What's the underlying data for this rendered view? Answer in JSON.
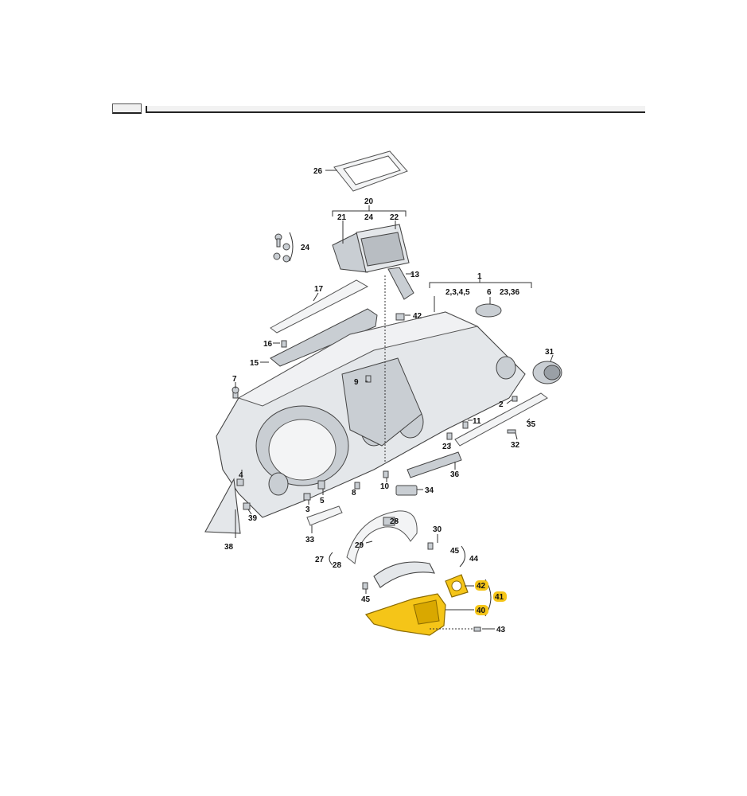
{
  "callouts": {
    "c1": "1",
    "c2a": "2",
    "c2345": "2,3,4,5",
    "c3": "3",
    "c4": "4",
    "c5": "5",
    "c6": "6",
    "c7": "7",
    "c8": "8",
    "c9": "9",
    "c10": "10",
    "c11": "11",
    "c13": "13",
    "c15": "15",
    "c16": "16",
    "c17": "17",
    "c20": "20",
    "c21": "21",
    "c22": "22",
    "c23a": "23",
    "c2336": "23,36",
    "c24a": "24",
    "c24b": "24",
    "c26": "26",
    "c27": "27",
    "c28a": "28",
    "c28b": "28",
    "c29": "29",
    "c30": "30",
    "c31": "31",
    "c32": "32",
    "c33": "33",
    "c34": "34",
    "c35": "35",
    "c36": "36",
    "c38": "38",
    "c39": "39",
    "c40": "40",
    "c41": "41",
    "c42a": "42",
    "c42b": "42",
    "c43": "43",
    "c44": "44",
    "c45a": "45",
    "c45b": "45"
  },
  "highlight_color": "#f5c518",
  "highlighted_parts": [
    "40",
    "41",
    "42"
  ]
}
